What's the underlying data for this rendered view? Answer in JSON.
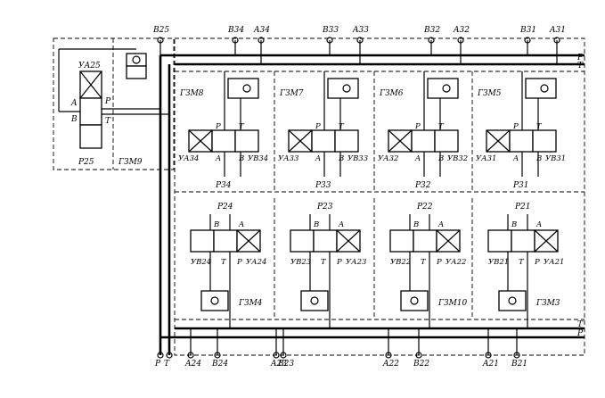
{
  "top_ports": [
    "B25",
    "B34",
    "A34",
    "B33",
    "A33",
    "B32",
    "A32",
    "B31",
    "A31"
  ],
  "bottom_ports": [
    "P",
    "T",
    "A24",
    "B24",
    "A23",
    "B23",
    "A22",
    "B22",
    "A21",
    "B21"
  ],
  "rail_labels": {
    "top": [
      "P",
      "T"
    ],
    "bottom": [
      "T",
      "P"
    ]
  },
  "left_block": {
    "valve": "УА25",
    "pump": "P25",
    "module": "ГЗМ9",
    "ports": [
      "A",
      "P",
      "B",
      "T"
    ]
  },
  "upper_modules": [
    {
      "module": "ГЗМ8",
      "valve_left": "УА34",
      "valve_right": "УВ34",
      "pressure": "P34"
    },
    {
      "module": "ГЗМ7",
      "valve_left": "УА33",
      "valve_right": "УВ33",
      "pressure": "P33"
    },
    {
      "module": "ГЗМ6",
      "valve_left": "УА32",
      "valve_right": "УВ32",
      "pressure": "P32"
    },
    {
      "module": "ГЗМ5",
      "valve_left": "УА31",
      "valve_right": "УВ31",
      "pressure": "P31"
    }
  ],
  "upper_ports": [
    "P",
    "T",
    "A",
    "B"
  ],
  "lower_modules": [
    {
      "module": "ГЗМ4",
      "valve_left": "УВ24",
      "valve_right": "УА24",
      "pressure": "P24"
    },
    {
      "module": "",
      "valve_left": "УВ23",
      "valve_right": "УА23",
      "pressure": "P23"
    },
    {
      "module": "ГЗМ10",
      "valve_left": "УВ22",
      "valve_right": "УА22",
      "pressure": "P22"
    },
    {
      "module": "ГЗМ3",
      "valve_left": "УВ21",
      "valve_right": "УА21",
      "pressure": "P21"
    }
  ],
  "lower_ports": [
    "B",
    "A",
    "T",
    "P"
  ]
}
